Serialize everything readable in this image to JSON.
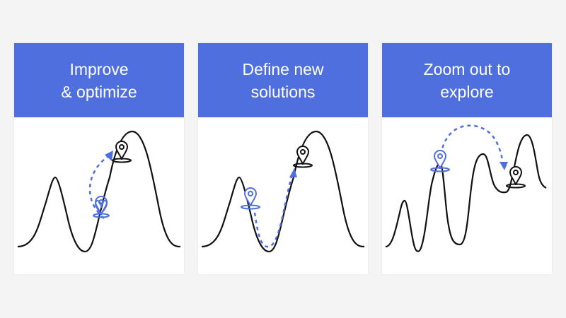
{
  "colors": {
    "header_bg": "#4f6fdf",
    "accent": "#4f6fdf",
    "curve": "#111111",
    "background": "#f4f4f4"
  },
  "cards": [
    {
      "title_line1": "Improve",
      "title_line2": "& optimize",
      "start_marker": "location-pin-blue",
      "end_marker": "location-pin-black"
    },
    {
      "title_line1": "Define new",
      "title_line2": "solutions",
      "start_marker": "location-pin-blue",
      "end_marker": "location-pin-black"
    },
    {
      "title_line1": "Zoom out to",
      "title_line2": "explore",
      "start_marker": "location-pin-blue",
      "end_marker": "location-pin-black"
    }
  ]
}
